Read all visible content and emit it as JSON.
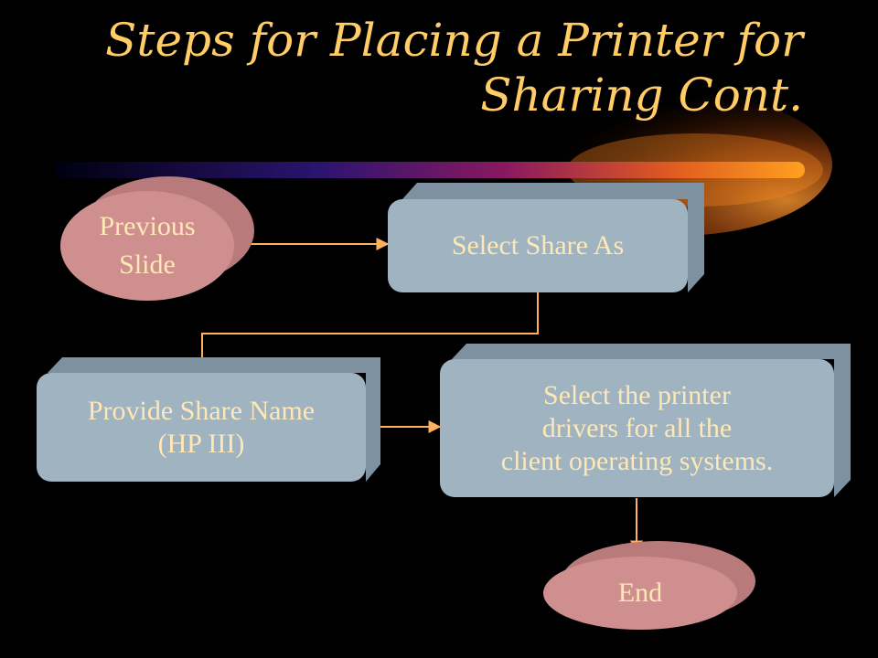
{
  "slide": {
    "title_line1": "Steps for Placing a Printer for",
    "title_line2": "Sharing Cont."
  },
  "flowchart": {
    "previous": "Previous\nSlide",
    "step1": "Select Share As",
    "step2": "Provide Share Name\n(HP III)",
    "step3": "Select the printer\ndrivers for all the\nclient operating systems.",
    "end": "End"
  },
  "colors": {
    "title": "#ffcc66",
    "box_fill": "#9fb3c0",
    "box_shadow": "#7d91a0",
    "ellipse_fill": "#cf8f8f",
    "ellipse_shadow": "#b87a7a",
    "label_text": "#ffe8b8",
    "connector": "#ffb060"
  }
}
